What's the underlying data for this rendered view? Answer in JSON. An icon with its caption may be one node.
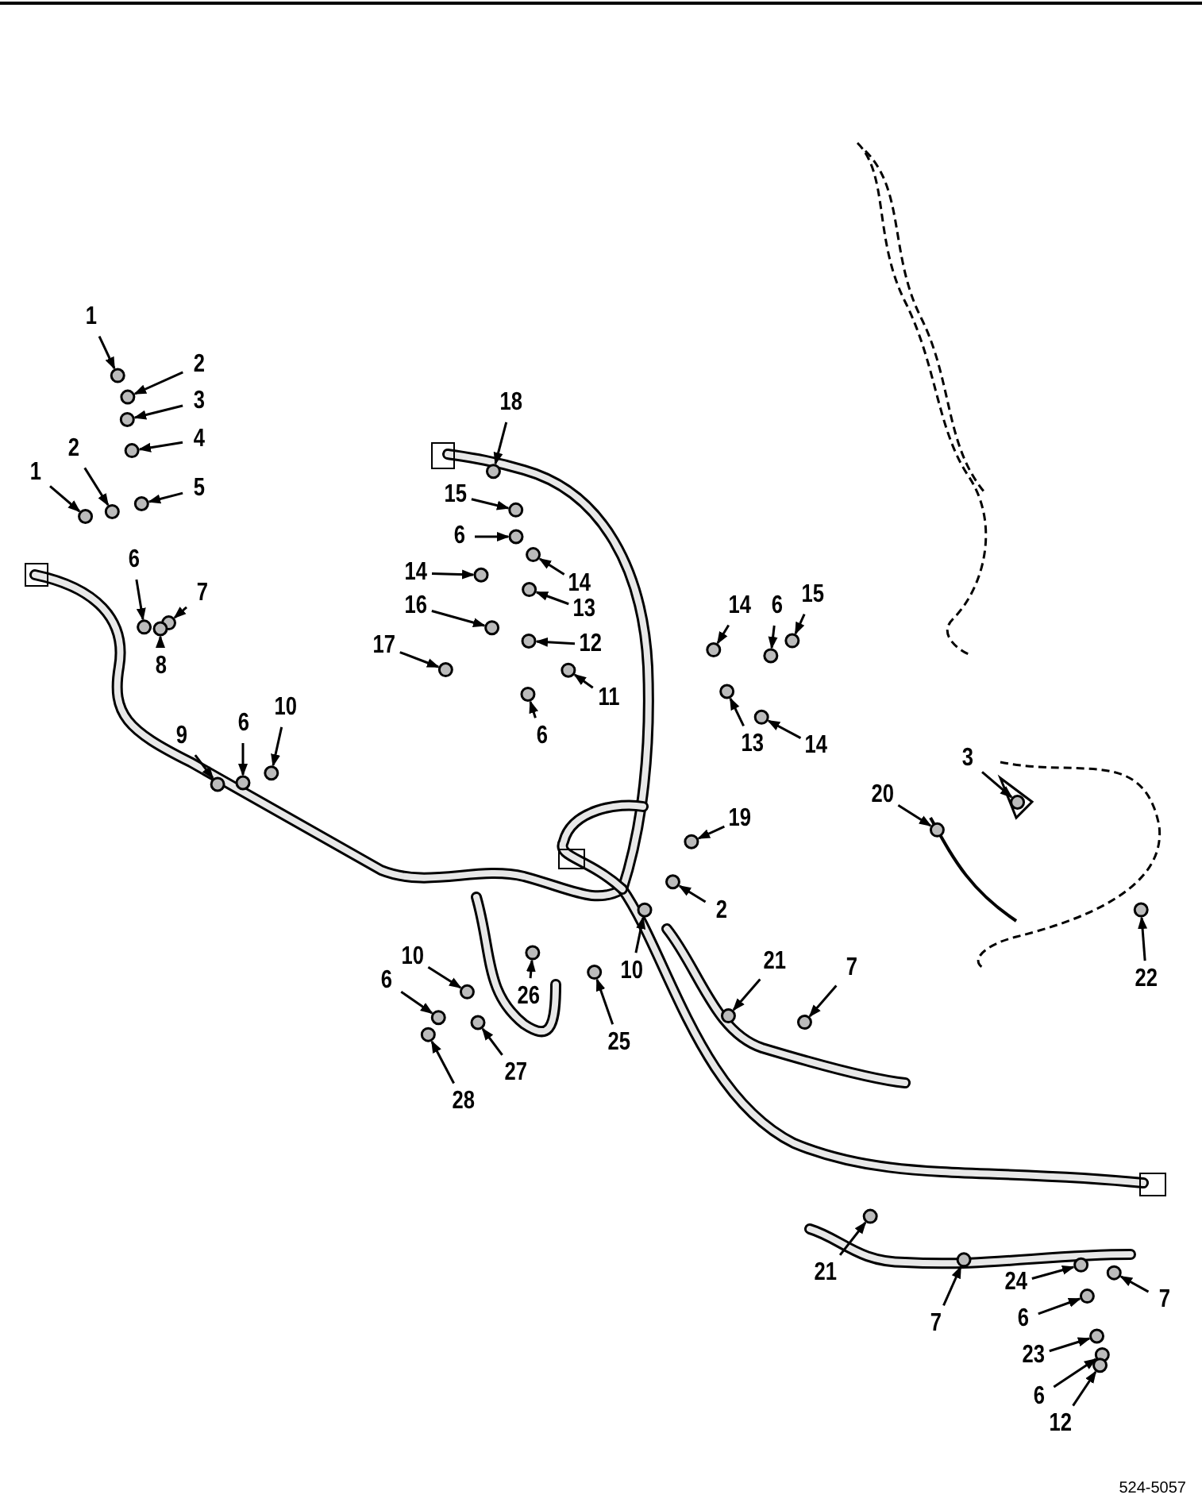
{
  "diagram": {
    "nodes": [
      {
        "text": [
          "1"
        ]
      },
      {
        "text": [
          "2"
        ]
      },
      {
        "text": [
          "3"
        ]
      },
      {
        "text": [
          "4"
        ]
      },
      {
        "text": [
          "5"
        ]
      },
      {
        "text": [
          "1"
        ]
      },
      {
        "text": [
          "2"
        ]
      },
      {
        "text": [
          "6"
        ]
      },
      {
        "text": [
          "7"
        ]
      },
      {
        "text": [
          "8"
        ]
      },
      {
        "text": [
          "9"
        ]
      },
      {
        "text": [
          "6"
        ]
      },
      {
        "text": [
          "10"
        ]
      },
      {
        "text": [
          "18"
        ]
      },
      {
        "text": [
          "15"
        ]
      },
      {
        "text": [
          "6"
        ]
      },
      {
        "text": [
          "14"
        ]
      },
      {
        "text": [
          "14"
        ]
      },
      {
        "text": [
          "16"
        ]
      },
      {
        "text": [
          "13"
        ]
      },
      {
        "text": [
          "17"
        ]
      },
      {
        "text": [
          "12"
        ]
      },
      {
        "text": [
          "11"
        ]
      },
      {
        "text": [
          "6"
        ]
      },
      {
        "text": [
          "14"
        ]
      },
      {
        "text": [
          "6"
        ]
      },
      {
        "text": [
          "15"
        ]
      },
      {
        "text": [
          "13"
        ]
      },
      {
        "text": [
          "14"
        ]
      },
      {
        "text": [
          "3"
        ]
      },
      {
        "text": [
          "20"
        ]
      },
      {
        "text": [
          "19"
        ]
      },
      {
        "text": [
          "2"
        ]
      },
      {
        "text": [
          "10"
        ]
      },
      {
        "text": [
          "21"
        ]
      },
      {
        "text": [
          "7"
        ]
      },
      {
        "text": [
          "22"
        ]
      },
      {
        "text": [
          "10"
        ]
      },
      {
        "text": [
          "6"
        ]
      },
      {
        "text": [
          "26"
        ]
      },
      {
        "text": [
          "25"
        ]
      },
      {
        "text": [
          "27"
        ]
      },
      {
        "text": [
          "28"
        ]
      },
      {
        "text": [
          "21"
        ]
      },
      {
        "text": [
          "24"
        ]
      },
      {
        "text": [
          "7"
        ]
      },
      {
        "text": [
          "7"
        ]
      },
      {
        "text": [
          "6"
        ]
      },
      {
        "text": [
          "23"
        ]
      },
      {
        "text": [
          "6"
        ]
      },
      {
        "text": [
          "12"
        ]
      },
      {
        "text": [],
        "shape": "circle"
      },
      {
        "text": [],
        "shape": "circle"
      },
      {
        "text": [],
        "shape": "circle"
      },
      {
        "text": [],
        "shape": "circle"
      },
      {
        "text": [],
        "shape": "circle"
      },
      {
        "text": [],
        "shape": "circle"
      },
      {
        "text": [],
        "shape": "circle"
      },
      {
        "text": [],
        "shape": "circle"
      },
      {
        "text": [],
        "shape": "circle"
      },
      {
        "text": [],
        "shape": "circle"
      },
      {
        "text": [],
        "shape": "circle"
      },
      {
        "text": [],
        "shape": "circle"
      },
      {
        "text": [],
        "shape": "circle"
      },
      {
        "text": [],
        "shape": "circle"
      },
      {
        "text": [],
        "shape": "circle"
      },
      {
        "text": [],
        "shape": "circle"
      },
      {
        "text": [],
        "shape": "circle"
      },
      {
        "text": [],
        "shape": "circle"
      },
      {
        "text": [],
        "shape": "circle"
      },
      {
        "text": [],
        "shape": "circle"
      },
      {
        "text": [],
        "shape": "circle"
      },
      {
        "text": [],
        "shape": "circle"
      },
      {
        "text": [],
        "shape": "circle"
      },
      {
        "text": [],
        "shape": "circle"
      },
      {
        "text": [],
        "shape": "circle"
      },
      {
        "text": [],
        "shape": "circle"
      },
      {
        "text": [],
        "shape": "circle"
      },
      {
        "text": [],
        "shape": "circle"
      },
      {
        "text": [],
        "shape": "circle"
      },
      {
        "text": [],
        "shape": "circle"
      },
      {
        "text": [],
        "shape": "circle"
      },
      {
        "text": [],
        "shape": "circle"
      },
      {
        "text": [],
        "shape": "circle"
      },
      {
        "text": [],
        "shape": "circle"
      },
      {
        "text": [],
        "shape": "circle"
      },
      {
        "text": [],
        "shape": "circle"
      },
      {
        "text": [],
        "shape": "circle"
      },
      {
        "text": [],
        "shape": "circle"
      },
      {
        "text": [],
        "shape": "circle"
      },
      {
        "text": [],
        "shape": "circle"
      },
      {
        "text": [],
        "shape": "circle"
      },
      {
        "text": [],
        "shape": "circle"
      },
      {
        "text": [],
        "shape": "circle"
      },
      {
        "text": [],
        "shape": "circle"
      },
      {
        "text": [],
        "shape": "circle"
      },
      {
        "text": [],
        "shape": "circle"
      },
      {
        "text": [],
        "shape": "circle"
      },
      {
        "text": [],
        "shape": "circle"
      },
      {
        "text": [],
        "shape": "circle"
      },
      {
        "text": [],
        "shape": "circle"
      },
      {
        "text": [],
        "shape": "circle"
      }
    ],
    "edges": [
      {
        "from": 0,
        "to": 51,
        "arrow": "to"
      },
      {
        "from": 1,
        "to": 52,
        "arrow": "to"
      },
      {
        "from": 2,
        "to": 53,
        "arrow": "to"
      },
      {
        "from": 3,
        "to": 54,
        "arrow": "to"
      },
      {
        "from": 4,
        "to": 55,
        "arrow": "to"
      },
      {
        "from": 5,
        "to": 56,
        "arrow": "to"
      },
      {
        "from": 6,
        "to": 57,
        "arrow": "to"
      },
      {
        "from": 7,
        "to": 58,
        "arrow": "to"
      },
      {
        "from": 8,
        "to": 59,
        "arrow": "to"
      },
      {
        "from": 9,
        "to": 60,
        "arrow": "to"
      },
      {
        "from": 10,
        "to": 61,
        "arrow": "to"
      },
      {
        "from": 11,
        "to": 62,
        "arrow": "to"
      },
      {
        "from": 12,
        "to": 63,
        "arrow": "to"
      },
      {
        "from": 13,
        "to": 64,
        "arrow": "to"
      },
      {
        "from": 14,
        "to": 65,
        "arrow": "to"
      },
      {
        "from": 15,
        "to": 66,
        "arrow": "to"
      },
      {
        "from": 16,
        "to": 67,
        "arrow": "to"
      },
      {
        "from": 17,
        "to": 68,
        "arrow": "to"
      },
      {
        "from": 18,
        "to": 69,
        "arrow": "to"
      },
      {
        "from": 19,
        "to": 70,
        "arrow": "to"
      },
      {
        "from": 20,
        "to": 71,
        "arrow": "to"
      },
      {
        "from": 21,
        "to": 72,
        "arrow": "to"
      },
      {
        "from": 22,
        "to": 73,
        "arrow": "to"
      },
      {
        "from": 23,
        "to": 74,
        "arrow": "to"
      },
      {
        "from": 24,
        "to": 75,
        "arrow": "to"
      },
      {
        "from": 25,
        "to": 76,
        "arrow": "to"
      },
      {
        "from": 26,
        "to": 77,
        "arrow": "to"
      },
      {
        "from": 27,
        "to": 78,
        "arrow": "to"
      },
      {
        "from": 28,
        "to": 79,
        "arrow": "to"
      },
      {
        "from": 29,
        "to": 80,
        "arrow": "to"
      },
      {
        "from": 30,
        "to": 81,
        "arrow": "to"
      },
      {
        "from": 31,
        "to": 82,
        "arrow": "to"
      },
      {
        "from": 32,
        "to": 83,
        "arrow": "to"
      },
      {
        "from": 33,
        "to": 84,
        "arrow": "to"
      },
      {
        "from": 34,
        "to": 85,
        "arrow": "to"
      },
      {
        "from": 35,
        "to": 86,
        "arrow": "to"
      },
      {
        "from": 36,
        "to": 87,
        "arrow": "to"
      },
      {
        "from": 37,
        "to": 88,
        "arrow": "to"
      },
      {
        "from": 38,
        "to": 89,
        "arrow": "to"
      },
      {
        "from": 39,
        "to": 90,
        "arrow": "to"
      },
      {
        "from": 40,
        "to": 91,
        "arrow": "to"
      },
      {
        "from": 41,
        "to": 92,
        "arrow": "to"
      },
      {
        "from": 42,
        "to": 93,
        "arrow": "to"
      },
      {
        "from": 43,
        "to": 94,
        "arrow": "to"
      },
      {
        "from": 44,
        "to": 95,
        "arrow": "to"
      },
      {
        "from": 45,
        "to": 96,
        "arrow": "to"
      },
      {
        "from": 46,
        "to": 97,
        "arrow": "to"
      },
      {
        "from": 47,
        "to": 98,
        "arrow": "to"
      },
      {
        "from": 48,
        "to": 99,
        "arrow": "to"
      },
      {
        "from": 49,
        "to": 100,
        "arrow": "to"
      },
      {
        "from": 50,
        "to": 101,
        "arrow": "to"
      }
    ],
    "labels": [
      "524-5057"
    ]
  }
}
